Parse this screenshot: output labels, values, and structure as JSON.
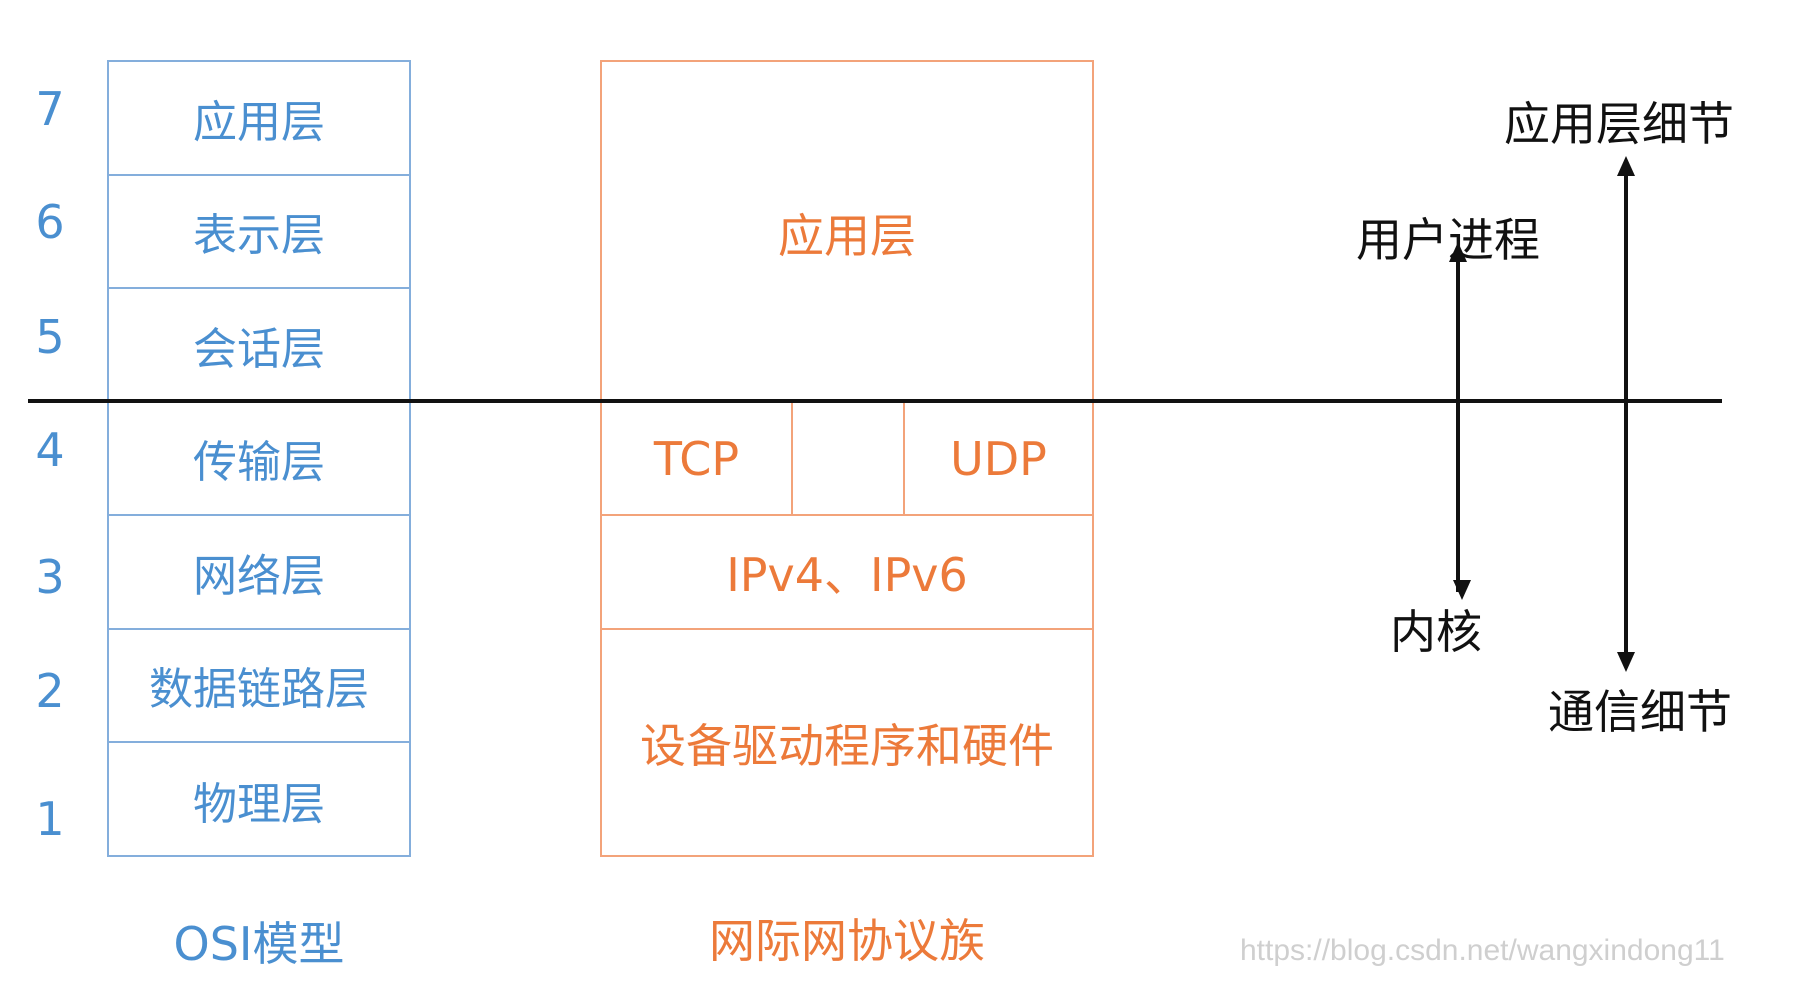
{
  "layer_numbers": [
    "7",
    "6",
    "5",
    "4",
    "3",
    "2",
    "1"
  ],
  "osi": {
    "layers": [
      "应用层",
      "表示层",
      "会话层",
      "传输层",
      "网络层",
      "数据链路层",
      "物理层"
    ],
    "caption": "OSI模型"
  },
  "tcpip": {
    "application": "应用层",
    "tcp": "TCP",
    "udp": "UDP",
    "ip": "IPv4、IPv6",
    "device": "设备驱动程序和硬件",
    "caption": "网际网协议族"
  },
  "annotations": {
    "user_process": "用户进程",
    "kernel": "内核",
    "app_detail": "应用层细节",
    "comm_detail": "通信细节"
  },
  "watermark": "https://blog.csdn.net/wangxindong11",
  "colors": {
    "osi_text": "#4a8fd0",
    "osi_border": "#84aedc",
    "tcpip_text": "#ec7a3a",
    "tcpip_border": "#f3a37a",
    "line": "#111111"
  }
}
